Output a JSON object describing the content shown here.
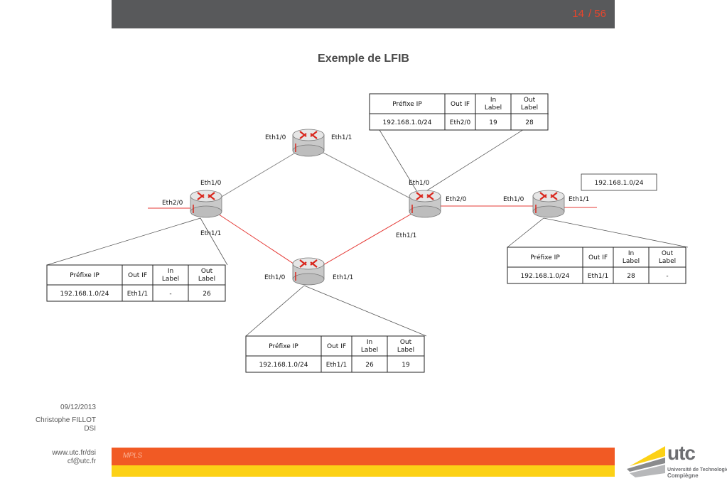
{
  "header": {
    "page_current": "14",
    "page_total": "/ 56"
  },
  "title": "Exemple de LFIB",
  "table_headers": {
    "prefix": "Préfixe IP",
    "out_if": "Out IF",
    "in_label": [
      "In",
      "Label"
    ],
    "out_label": [
      "Out",
      "Label"
    ]
  },
  "routers": [
    {
      "id": "r-top",
      "labels": [
        "Eth1/0",
        "Eth1/1"
      ]
    },
    {
      "id": "r-left",
      "labels": [
        "Eth1/0",
        "Eth2/0",
        "Eth1/1"
      ]
    },
    {
      "id": "r-bottom",
      "labels": [
        "Eth1/0",
        "Eth1/1"
      ]
    },
    {
      "id": "r-center",
      "labels": [
        "Eth1/0",
        "Eth2/0",
        "Eth1/1"
      ]
    },
    {
      "id": "r-right",
      "labels": [
        "Eth1/0",
        "Eth1/1"
      ]
    }
  ],
  "destination_prefix": "192.168.1.0/24",
  "tables": [
    {
      "id": "lfib-left",
      "prefix": "192.168.1.0/24",
      "out_if": "Eth1/1",
      "in_label": "-",
      "out_label": "26"
    },
    {
      "id": "lfib-bottom",
      "prefix": "192.168.1.0/24",
      "out_if": "Eth1/1",
      "in_label": "26",
      "out_label": "19"
    },
    {
      "id": "lfib-center",
      "prefix": "192.168.1.0/24",
      "out_if": "Eth2/0",
      "in_label": "19",
      "out_label": "28"
    },
    {
      "id": "lfib-right",
      "prefix": "192.168.1.0/24",
      "out_if": "Eth1/1",
      "in_label": "28",
      "out_label": "-"
    }
  ],
  "footer": {
    "date": "09/12/2013",
    "author": "Christophe FILLOT",
    "dept": "DSI",
    "web": "www.utc.fr/dsi",
    "email": "cf@utc.fr",
    "section": "MPLS"
  },
  "logo": {
    "word": "utc",
    "line1": "Université de Technologie",
    "line2": "Compiègne"
  },
  "colors": {
    "header": "#58595b",
    "accent": "#f15a24",
    "yellow": "#fcd116",
    "lsp_link": "#e53935",
    "router": "#d8d8d8"
  }
}
